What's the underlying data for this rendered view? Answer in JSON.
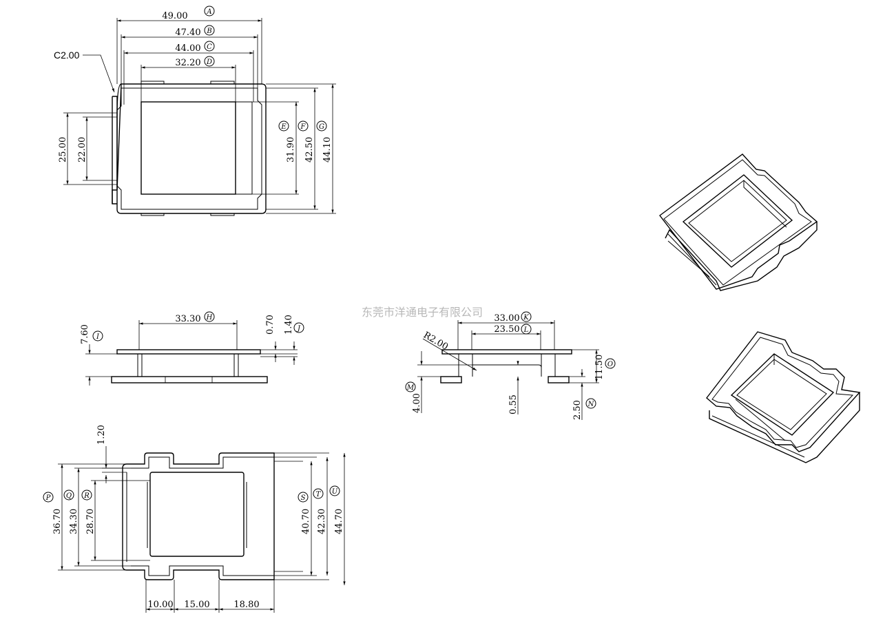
{
  "watermark": "东莞市洋通电子有限公司",
  "chamfer_label": "C2.00",
  "radius_label": "R2.00",
  "dimensions": {
    "A": "49.00",
    "B": "47.40",
    "C": "44.00",
    "D": "32.20",
    "E": "31.90",
    "F": "42.50",
    "G": "44.10",
    "side_25": "25.00",
    "side_22": "22.00",
    "H": "33.30",
    "I": "7.60",
    "J_070": "0.70",
    "J": "1.40",
    "K": "33.00",
    "L": "23.50",
    "M": "4.00",
    "d055": "0.55",
    "N": "2.50",
    "O": "11.50",
    "top_120": "1.20",
    "P": "36.70",
    "Q": "34.30",
    "R": "28.70",
    "S": "40.70",
    "T": "42.30",
    "U": "44.70",
    "b1000": "10.00",
    "b1500": "15.00",
    "b1880": "18.80"
  },
  "bubbles": {
    "A": "A",
    "B": "B",
    "C": "C",
    "D": "D",
    "E": "E",
    "F": "F",
    "G": "G",
    "H": "H",
    "I": "I",
    "J": "J",
    "K": "K",
    "L": "L",
    "M": "M",
    "N": "N",
    "O": "O",
    "P": "P",
    "Q": "Q",
    "R": "R",
    "S": "S",
    "T": "T",
    "U": "U"
  }
}
